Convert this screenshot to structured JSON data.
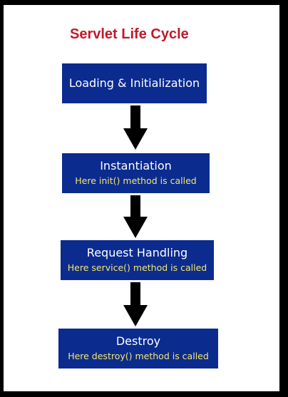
{
  "title": "Servlet Life Cycle",
  "colors": {
    "title": "#c0192a",
    "box_fill": "#0b2b8f",
    "box_text": "#ffffff",
    "note_text": "#f2e86b",
    "arrow": "#000000"
  },
  "stages": [
    {
      "label": "Loading & Initialization",
      "note": ""
    },
    {
      "label": "Instantiation",
      "note": "Here init() method is called"
    },
    {
      "label": "Request Handling",
      "note": "Here service() method is called"
    },
    {
      "label": "Destroy",
      "note": "Here destroy() method is called"
    }
  ],
  "arrows": [
    "down-arrow-icon",
    "down-arrow-icon",
    "down-arrow-icon"
  ]
}
